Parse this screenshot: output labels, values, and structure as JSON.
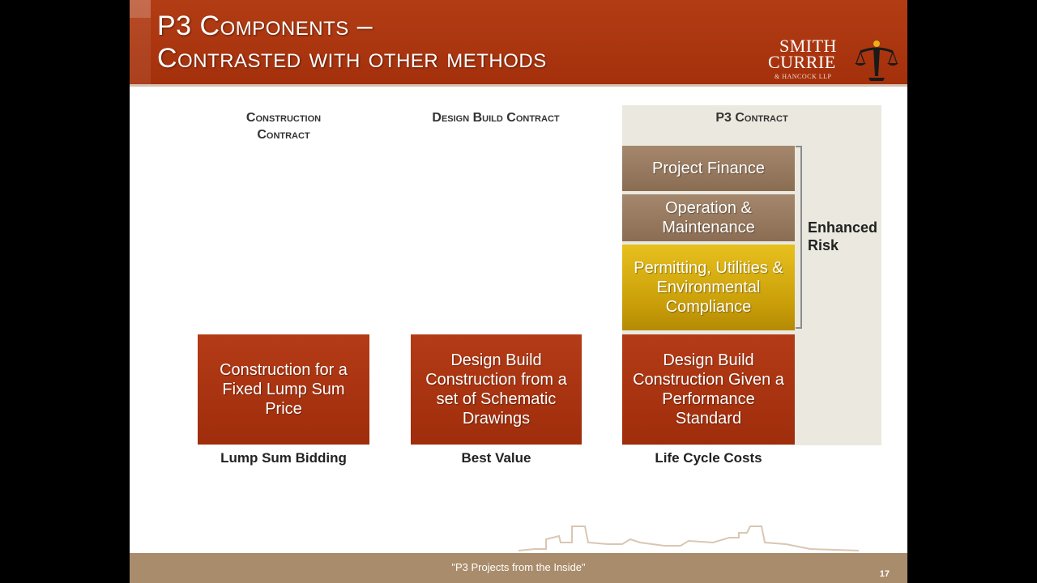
{
  "header": {
    "title_line1": "P3 Components –",
    "title_line2": "Contrasted with other methods",
    "logo": {
      "line1": "SMITH",
      "line2": "CURRIE",
      "line3": "& HANCOCK LLP",
      "icon": "scales-of-justice-icon"
    }
  },
  "columns": [
    {
      "heading_line1": "Construction",
      "heading_line2": "Contract",
      "core_block": "Construction for a Fixed Lump Sum Price",
      "label": "Lump Sum Bidding"
    },
    {
      "heading_line1": "Design Build Contract",
      "core_block": "Design Build Construction from a set of Schematic Drawings",
      "label": "Best Value"
    },
    {
      "heading_line1": "P3 Contract",
      "core_block": "Design Build Construction Given a Performance Standard",
      "label": "Life Cycle Costs",
      "extra_blocks": [
        "Project Finance",
        "Operation & Maintenance",
        "Permitting, Utilities & Environmental Compliance"
      ]
    }
  ],
  "risk_label": "Enhanced Risk",
  "footer": {
    "text": "\"P3 Projects from the Inside\"",
    "page_number": "17"
  },
  "colors": {
    "title_bar": "#a4300c",
    "block_red": "#9f2d0b",
    "block_tan": "#8a6d52",
    "block_gold": "#c99e08",
    "footer": "#a98c6b",
    "p3_panel": "#ebe9df"
  }
}
